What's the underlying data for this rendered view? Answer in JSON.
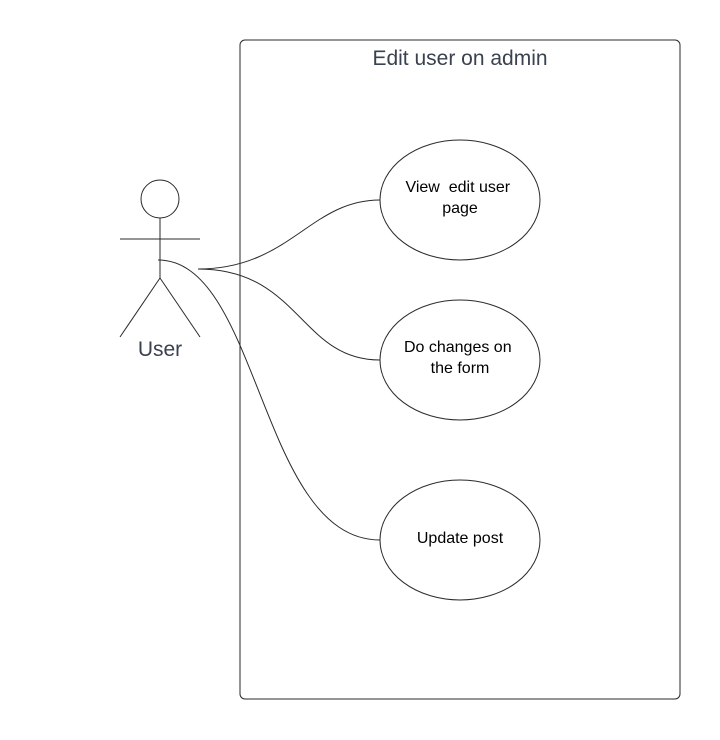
{
  "system": {
    "title": "Edit user on admin"
  },
  "actor": {
    "label": "User"
  },
  "use_cases": [
    {
      "lines": [
        "View  edit user",
        "page"
      ]
    },
    {
      "lines": [
        "Do changes on",
        "the form"
      ]
    },
    {
      "lines": [
        "Update post"
      ]
    }
  ],
  "colors": {
    "stroke": "#2a2a2a",
    "title_text": "#3a4150",
    "label_text": "#000000",
    "background": "#ffffff"
  }
}
